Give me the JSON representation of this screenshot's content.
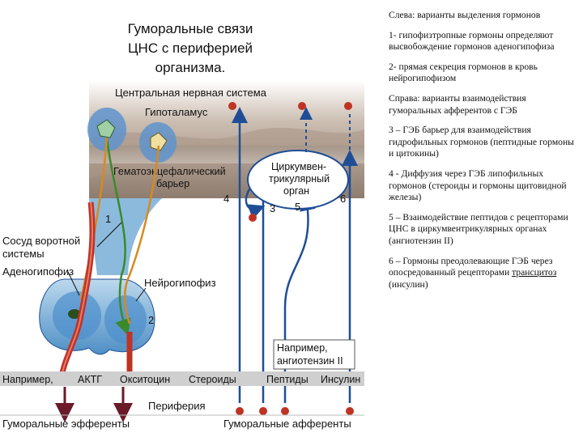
{
  "title_lines": [
    "Гуморальные связи",
    "ЦНС с периферией",
    "организма."
  ],
  "diagram": {
    "cns": "Центральная нервная система",
    "hypothalamus": "Гипоталамус",
    "bbb_line1": "Гематоэнцефалический",
    "bbb_line2": "барьер",
    "cvo_line1": "Циркумвен-",
    "cvo_line2": "трикулярный",
    "cvo_line3": "орган",
    "portal_line1": "Сосуд воротной",
    "portal_line2": "системы",
    "adenohypophysis": "Аденогипофиз",
    "neurohypophysis": "Нейрогипофиз",
    "example_line1": "Например,",
    "example_line2": "ангиотензин II",
    "num1": "1",
    "num2": "2",
    "num3": "3",
    "num4": "4",
    "num5": "5",
    "num6": "6",
    "bar_example": "Например,",
    "bar_acth": "АКТГ",
    "bar_oxytocin": "Окситоцин",
    "bar_steroids": "Стероиды",
    "bar_peptides": "Пептиды",
    "bar_insulin": "Инсулин",
    "periphery": "Периферия",
    "efferents": "Гуморальные эфференты",
    "afferents": "Гуморальные афференты"
  },
  "notes": {
    "left_intro": "Слева: варианты выделения гормонов",
    "item1": "1- гипофизтропные гормоны определяют высвобождение гормонов аденогипофиза",
    "item2": "2- прямая секреция гормонов в кровь нейрогипофизом",
    "right_intro": "Справа: варианты взаимодействия гуморальных афферентов с ГЭБ",
    "item3": "3 – ГЭБ барьер для взаимодействия гидрофильных гормонов (пептидные гормоны и цитокины)",
    "item4": "4 - Диффузия через ГЭБ липофильных гормонов (стероиды и гормоны щитовидной железы)",
    "item5": "5 – Взаимодействие пептидов с рецепторами ЦНС в циркумвентрикулярных органах (ангиотензин II)",
    "item6_text": "6 – Гормоны преодолевающие ГЭБ через опосредованный рецепторами",
    "item6_term": "трансцитоз",
    "item6_tail": "(инсулин)"
  },
  "colors": {
    "brain_top": "#f4f4f4",
    "brain_mid": "#b2a394",
    "brain_bottom": "#8a786a",
    "blue_cell": "#2a68b0",
    "blue_light": "#9cc6e6",
    "red_vessel": "#bf3325",
    "dark_blue_line": "#1f4e96",
    "band_gray": "#cfcfcf",
    "green": "#3a8a2c"
  }
}
